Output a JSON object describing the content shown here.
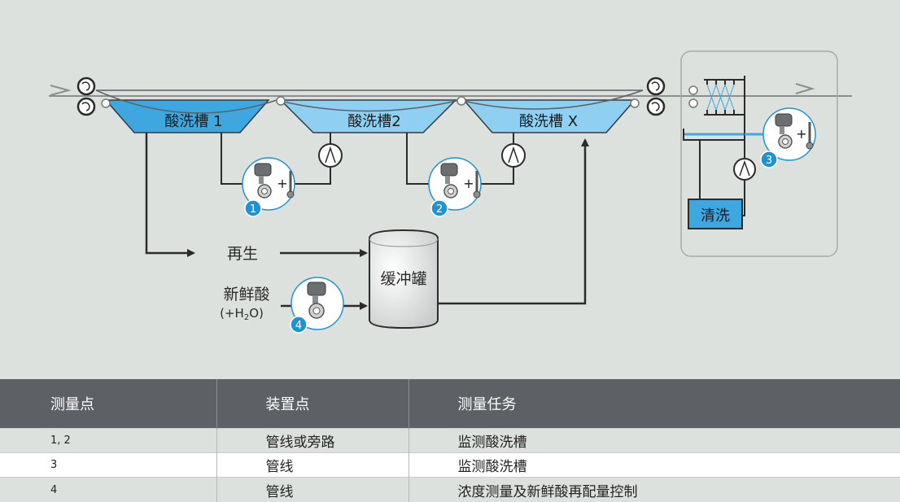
{
  "diagram": {
    "tank1_label": "酸洗槽 1",
    "tank2_label": "酸洗槽2",
    "tankx_label": "酸洗槽 X",
    "rinse_label": "清洗",
    "regen_label": "再生",
    "fresh_acid_label": "新鲜酸",
    "water_label": "(+H",
    "water_sub": "2",
    "water_tail": "O)",
    "buffer_label": "缓冲罐",
    "badges": [
      "1",
      "2",
      "3",
      "4"
    ],
    "plus_sign": "+"
  },
  "table": {
    "headers": [
      "测量点",
      "装置点",
      "测量任务"
    ],
    "rows": [
      [
        "1, 2",
        "管线或旁路",
        "监测酸洗槽"
      ],
      [
        "3",
        "管线",
        "监测酸洗槽"
      ],
      [
        "4",
        "管线",
        "浓度测量及新鲜酸再配量控制"
      ]
    ]
  },
  "colors": {
    "background": "#dde1de",
    "tank_fill": "#8fd0f2",
    "tank1_fill": "#3ea7df",
    "badge": "#1f93d2",
    "line": "#2b2b2b",
    "header_bg": "#5d6165"
  },
  "icons": [
    "roller-icon",
    "pump-icon",
    "flowmeter-icon",
    "thermometer-icon",
    "spray-nozzle-icon",
    "arrow-icon"
  ]
}
